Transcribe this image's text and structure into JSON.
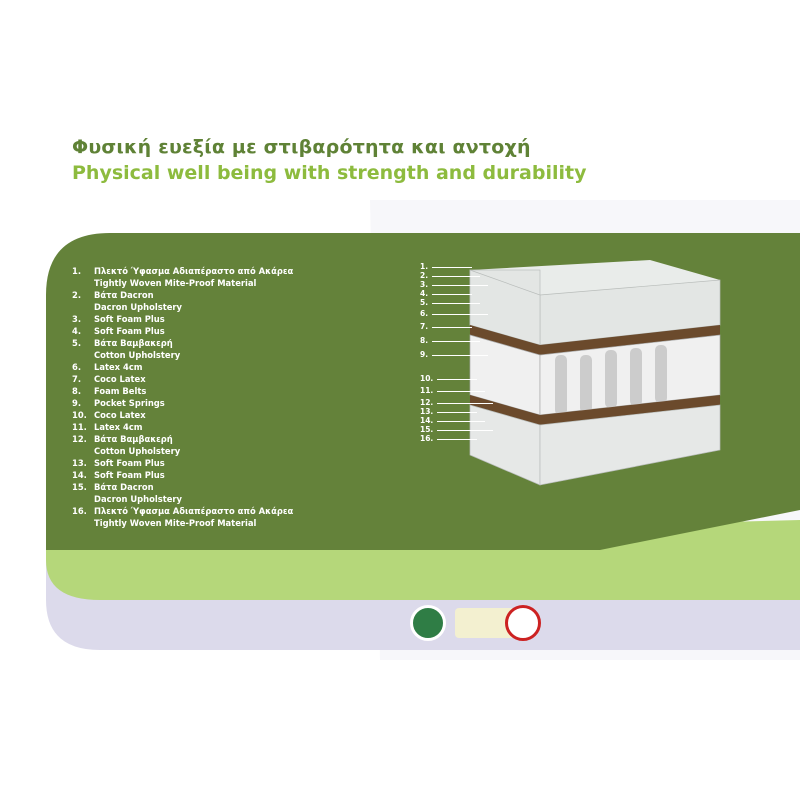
{
  "title_greek": "Φυσική ευεξία με στιβαρότητα και αντοχή",
  "title_english": "Physical well being with strength and durability",
  "layers": [
    {
      "num": "1.",
      "lines": [
        "Πλεκτό Ύφασμα Αδιαπέραστο από Ακάρεα",
        "Tightly Woven Mite-Proof Material"
      ]
    },
    {
      "num": "2.",
      "lines": [
        "Βάτα Dacron",
        "Dacron Upholstery"
      ]
    },
    {
      "num": "3.",
      "lines": [
        "Soft Foam Plus"
      ]
    },
    {
      "num": "4.",
      "lines": [
        "Soft Foam Plus"
      ]
    },
    {
      "num": "5.",
      "lines": [
        "Βάτα Βαμβακερή",
        "Cotton Upholstery"
      ]
    },
    {
      "num": "6.",
      "lines": [
        "Latex 4cm"
      ]
    },
    {
      "num": "7.",
      "lines": [
        "Coco Latex"
      ]
    },
    {
      "num": "8.",
      "lines": [
        "Foam Belts"
      ]
    },
    {
      "num": "9.",
      "lines": [
        "Pocket Springs"
      ]
    },
    {
      "num": "10.",
      "lines": [
        "Coco Latex"
      ]
    },
    {
      "num": "11.",
      "lines": [
        "Latex 4cm"
      ]
    },
    {
      "num": "12.",
      "lines": [
        "Βάτα Βαμβακερή",
        "Cotton Upholstery"
      ]
    },
    {
      "num": "13.",
      "lines": [
        "Soft Foam Plus"
      ]
    },
    {
      "num": "14.",
      "lines": [
        "Soft Foam Plus"
      ]
    },
    {
      "num": "15.",
      "lines": [
        "Βάτα Dacron",
        "Dacron Upholstery"
      ]
    },
    {
      "num": "16.",
      "lines": [
        "Πλεκτό Ύφασμα Αδιαπέραστο από Ακάρεα",
        "Tightly Woven Mite-Proof Material"
      ]
    }
  ],
  "diagram_labels": [
    "1.",
    "2.",
    "3.",
    "4.",
    "5.",
    "6.",
    "7.",
    "8.",
    "9.",
    "10.",
    "11.",
    "12.",
    "13.",
    "14.",
    "15.",
    "16."
  ],
  "colors": {
    "dark_green": "#64823a",
    "light_green": "#b5d77a",
    "lavender": "#dcdaeb"
  }
}
